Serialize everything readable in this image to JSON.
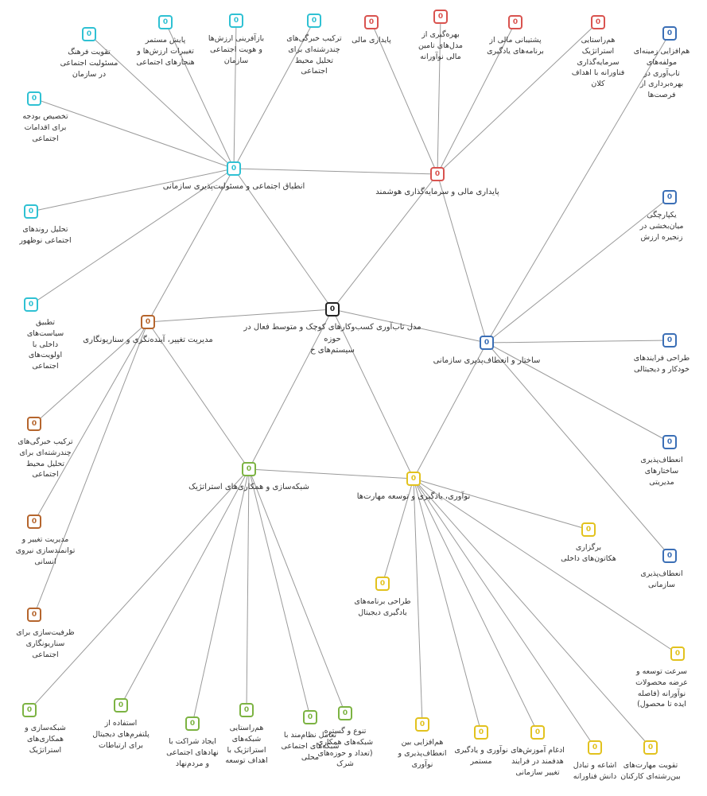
{
  "colors": {
    "cyan": "#2fc1d3",
    "red": "#d9534f",
    "blue": "#3b6fb6",
    "brown": "#b5652d",
    "green": "#7cb342",
    "yellow": "#e2c21e",
    "black": "#222222",
    "edge": "#9a9a9a"
  },
  "icon_glyph": "0",
  "nodes": [
    {
      "id": "center",
      "label": "مدل تاب‌آوری کسب‌وکارهای کوچک و متوسط فعال در حوزه\nسیستم‌های ح",
      "color": "black"
    },
    {
      "id": "h_social",
      "label": "انطباق اجتماعی و مسئولیت‌پذیری سازمانی",
      "color": "cyan"
    },
    {
      "id": "h_finance",
      "label": "پایداری مالی و سرمایه‌گذاری هوشمند",
      "color": "red"
    },
    {
      "id": "h_structure",
      "label": "ساختار و انعطاف‌پذیری سازمانی",
      "color": "blue"
    },
    {
      "id": "h_change",
      "label": "مدیریت تغییر، آینده‌نگری و سناریونگاری",
      "color": "brown"
    },
    {
      "id": "h_network",
      "label": "شبکه‌سازی و همکاری‌های استراتژیک",
      "color": "green"
    },
    {
      "id": "h_innov",
      "label": "نوآوری، یادگیری و توسعه مهارت‌ها",
      "color": "yellow"
    },
    {
      "id": "c1",
      "label": "تخصیص بودجه\nبرای اقدامات\nاجتماعی",
      "color": "cyan"
    },
    {
      "id": "c2",
      "label": "تقویت فرهنگ\nمسئولیت اجتماعی\nدر سازمان",
      "color": "cyan"
    },
    {
      "id": "c3",
      "label": "پایش مستمر\nتغییرات ارزش‌ها و\nهنجارهای اجتماعی",
      "color": "cyan"
    },
    {
      "id": "c4",
      "label": "بازآفرینی ارزش‌ها\nو هویت اجتماعی\nسازمان",
      "color": "cyan"
    },
    {
      "id": "c5",
      "label": "ترکیب خبرگی‌های\nچندرشته‌ای برای\nتحلیل محیط\nاجتماعی",
      "color": "cyan"
    },
    {
      "id": "c6",
      "label": "تحلیل روندهای\nاجتماعی نوظهور",
      "color": "cyan"
    },
    {
      "id": "c7",
      "label": "تطبیق\nسیاست‌های\nداخلی با\nاولویت‌های\nاجتماعی",
      "color": "cyan"
    },
    {
      "id": "r1",
      "label": "پایداری مالی",
      "color": "red"
    },
    {
      "id": "r2",
      "label": "بهره‌گیری از\nمدل‌های تامین\nمالی نوآورانه",
      "color": "red"
    },
    {
      "id": "r3",
      "label": "پشتیبانی مالی از\nبرنامه‌های یادگیری",
      "color": "red"
    },
    {
      "id": "r4",
      "label": "هم‌راستایی\nاستراتژیک\nسرمایه‌گذاری\nفناورانه با اهداف\nکلان",
      "color": "red"
    },
    {
      "id": "b1",
      "label": "هم‌افزایی زمینه‌ای\nمولفه‌های\nتاب‌آوری در\nبهره‌برداری از\nفرصت‌ها",
      "color": "blue"
    },
    {
      "id": "b2",
      "label": "یکپارچگی\nمیان‌بخشی در\nزنجیره ارزش",
      "color": "blue"
    },
    {
      "id": "b3",
      "label": "طراحی فرایندهای\nخودکار و دیجیتالی",
      "color": "blue"
    },
    {
      "id": "b4",
      "label": "انعطاف‌پذیری\nساختارهای\nمدیریتی",
      "color": "blue"
    },
    {
      "id": "b5",
      "label": "انعطاف‌پذیری\nسازمانی",
      "color": "blue"
    },
    {
      "id": "o1",
      "label": "ترکیب خبرگی‌های\nچندرشته‌ای برای\nتحلیل محیط\nاجتماعی",
      "color": "brown"
    },
    {
      "id": "o2",
      "label": "مدیریت تغییر و\nتوانمندسازی نیروی\nانسانی",
      "color": "brown"
    },
    {
      "id": "o3",
      "label": "ظرفیت‌سازی برای\nسناریونگاری\nاجتماعی",
      "color": "brown"
    },
    {
      "id": "g1",
      "label": "شبکه‌سازی و\nهمکاری‌های\nاستراتژیک",
      "color": "green"
    },
    {
      "id": "g2",
      "label": "استفاده از\nپلتفرم‌های دیجیتال\nبرای ارتباطات",
      "color": "green"
    },
    {
      "id": "g3",
      "label": "ایجاد شراکت با\nنهادهای اجتماعی\nو مردم‌نهاد",
      "color": "green"
    },
    {
      "id": "g4",
      "label": "هم‌راستایی\nشبکه‌های\nاستراتژیک با\nاهداف توسعه",
      "color": "green"
    },
    {
      "id": "g5",
      "label": "تعامل نظام‌مند با\nشبکه‌های اجتماعی\nمحلی",
      "color": "green"
    },
    {
      "id": "g6",
      "label": "تنوع و گستره\nشبکه‌های همکاری\n(تعداد و حوزه‌های\nشرک",
      "color": "green"
    },
    {
      "id": "y1",
      "label": "برگزاری\nهکاتون‌های داخلی",
      "color": "yellow"
    },
    {
      "id": "y2",
      "label": "طراحی برنامه‌های\nیادگیری دیجیتال",
      "color": "yellow"
    },
    {
      "id": "y3",
      "label": "هم‌افزایی بین\nانعطاف‌پذیری و\nنوآوری",
      "color": "yellow"
    },
    {
      "id": "y4",
      "label": "نوآوری و یادگیری\nمستمر",
      "color": "yellow"
    },
    {
      "id": "y5",
      "label": "ادغام آموزش‌های\nهدفمند در فرایند\nتغییر سازمانی",
      "color": "yellow"
    },
    {
      "id": "y6",
      "label": "اشاعه و تبادل\nدانش فناورانه",
      "color": "yellow"
    },
    {
      "id": "y7",
      "label": "تقویت مهارت‌های\nبین‌رشته‌ای کارکنان",
      "color": "yellow"
    },
    {
      "id": "y8",
      "label": "سرعت توسعه و\nعرضه محصولات\nنوآورانه (فاصله\nایده تا محصول)",
      "color": "yellow"
    }
  ],
  "edges": [
    [
      "center",
      "h_social"
    ],
    [
      "center",
      "h_finance"
    ],
    [
      "center",
      "h_structure"
    ],
    [
      "center",
      "h_change"
    ],
    [
      "center",
      "h_network"
    ],
    [
      "center",
      "h_innov"
    ],
    [
      "h_social",
      "h_finance"
    ],
    [
      "h_social",
      "h_change"
    ],
    [
      "h_finance",
      "h_structure"
    ],
    [
      "h_change",
      "h_network"
    ],
    [
      "h_network",
      "h_innov"
    ],
    [
      "h_innov",
      "h_structure"
    ],
    [
      "h_social",
      "c1"
    ],
    [
      "h_social",
      "c2"
    ],
    [
      "h_social",
      "c3"
    ],
    [
      "h_social",
      "c4"
    ],
    [
      "h_social",
      "c5"
    ],
    [
      "h_social",
      "c6"
    ],
    [
      "h_social",
      "c7"
    ],
    [
      "h_finance",
      "r1"
    ],
    [
      "h_finance",
      "r2"
    ],
    [
      "h_finance",
      "r3"
    ],
    [
      "h_finance",
      "r4"
    ],
    [
      "h_structure",
      "b1"
    ],
    [
      "h_structure",
      "b2"
    ],
    [
      "h_structure",
      "b3"
    ],
    [
      "h_structure",
      "b4"
    ],
    [
      "h_structure",
      "b5"
    ],
    [
      "h_change",
      "o1"
    ],
    [
      "h_change",
      "o2"
    ],
    [
      "h_change",
      "o3"
    ],
    [
      "h_network",
      "g1"
    ],
    [
      "h_network",
      "g2"
    ],
    [
      "h_network",
      "g3"
    ],
    [
      "h_network",
      "g4"
    ],
    [
      "h_network",
      "g5"
    ],
    [
      "h_network",
      "g6"
    ],
    [
      "h_innov",
      "y1"
    ],
    [
      "h_innov",
      "y2"
    ],
    [
      "h_innov",
      "y3"
    ],
    [
      "h_innov",
      "y4"
    ],
    [
      "h_innov",
      "y5"
    ],
    [
      "h_innov",
      "y6"
    ],
    [
      "h_innov",
      "y7"
    ],
    [
      "h_innov",
      "y8"
    ]
  ]
}
